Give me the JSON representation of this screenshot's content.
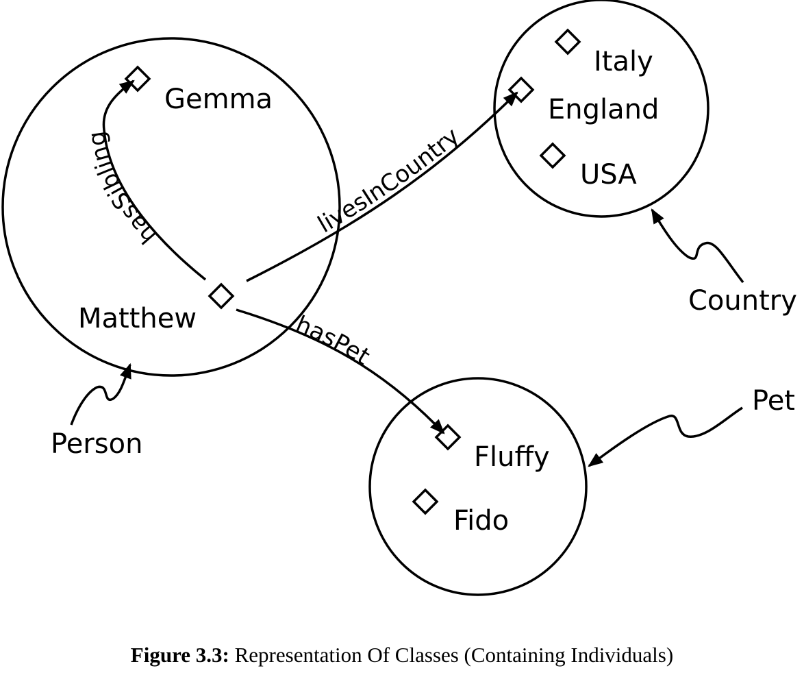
{
  "figure": {
    "caption_label": "Figure 3.3:",
    "caption_text": "Representation Of Classes (Containing Individuals)"
  },
  "classes": [
    {
      "id": "person",
      "label": "Person",
      "members": [
        "Gemma",
        "Matthew"
      ]
    },
    {
      "id": "country",
      "label": "Country",
      "members": [
        "Italy",
        "England",
        "USA"
      ]
    },
    {
      "id": "pet",
      "label": "Pet",
      "members": [
        "Fluffy",
        "Fido"
      ]
    }
  ],
  "individuals": {
    "gemma": "Gemma",
    "matthew": "Matthew",
    "italy": "Italy",
    "england": "England",
    "usa": "USA",
    "fluffy": "Fluffy",
    "fido": "Fido"
  },
  "properties": [
    {
      "label": "hasSibling",
      "from": "Matthew",
      "to": "Gemma"
    },
    {
      "label": "livesInCountry",
      "from": "Matthew",
      "to": "England"
    },
    {
      "label": "hasPet",
      "from": "Matthew",
      "to": "Fluffy"
    }
  ],
  "colors": {
    "stroke": "#000000",
    "background": "#ffffff"
  }
}
